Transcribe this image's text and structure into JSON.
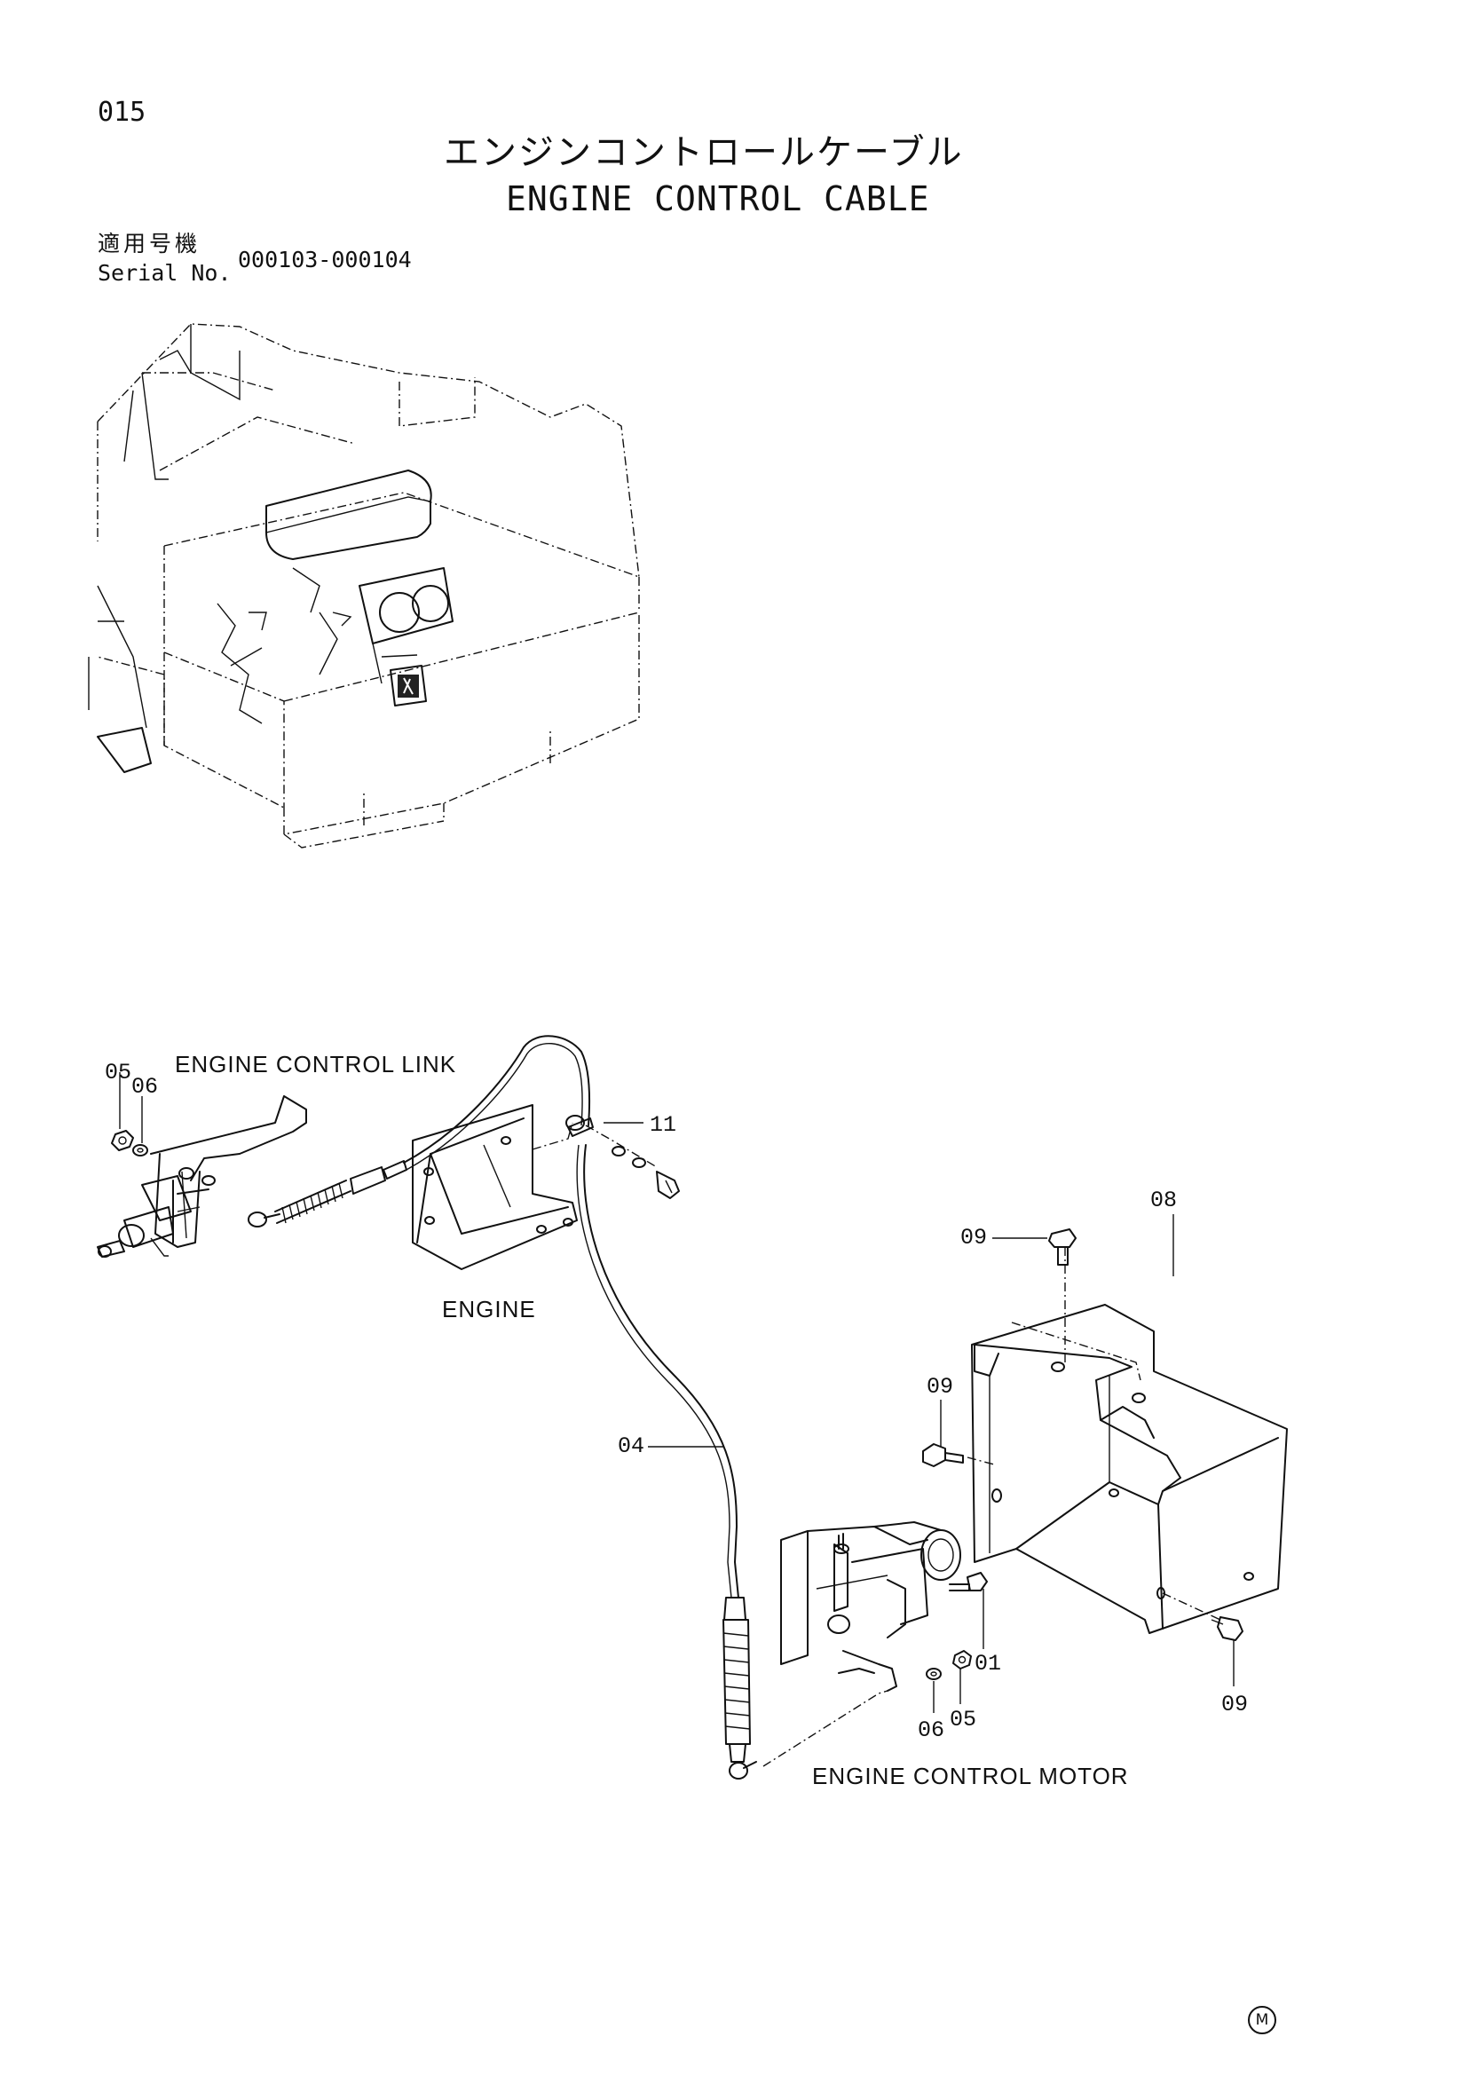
{
  "header": {
    "page_code": "015",
    "title_japanese": "エンジンコントロールケーブル",
    "title_english": "ENGINE CONTROL CABLE",
    "serial_label_japanese": "適用号機",
    "serial_label_english": "Serial No.",
    "serial_range": "000103-000104"
  },
  "diagram": {
    "labels": {
      "engine_control_link": "ENGINE CONTROL LINK",
      "engine": "ENGINE",
      "engine_control_motor": "ENGINE CONTROL MOTOR"
    },
    "callouts": {
      "link_nut": "05",
      "link_washer": "06",
      "bracket_clamp": "11",
      "cover": "08",
      "cover_bolt_top": "09",
      "cover_bolt_left": "09",
      "cover_bolt_bottom": "09",
      "cable": "04",
      "motor_bolt": "01",
      "motor_nut": "05",
      "motor_washer": "06"
    }
  },
  "footer": {
    "mark": "M"
  }
}
